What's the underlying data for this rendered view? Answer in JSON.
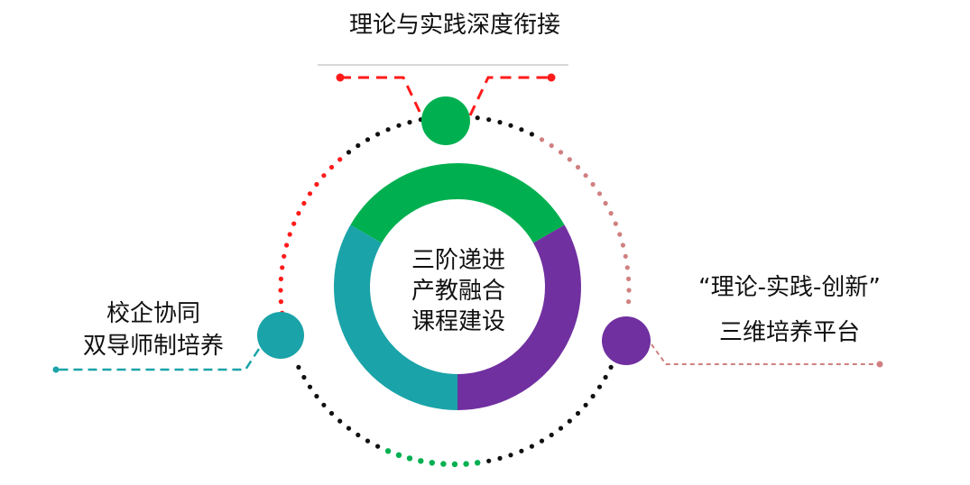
{
  "labels": {
    "top": "理论与实践深度衔接",
    "left_line1": "校企协同",
    "left_line2": "双导师制培养",
    "right_line1": "“理论-实践-创新”",
    "right_line2": "三维培养平台"
  },
  "center": {
    "line1": "三阶递进",
    "line2": "产教融合",
    "line3": "课程建设"
  },
  "colors": {
    "green": "#00b050",
    "teal": "#1aa3a8",
    "purple": "#7030a0",
    "red": "#ff1a1a",
    "rose": "#d08080",
    "dark": "#111111",
    "divider": "#cccccc"
  }
}
